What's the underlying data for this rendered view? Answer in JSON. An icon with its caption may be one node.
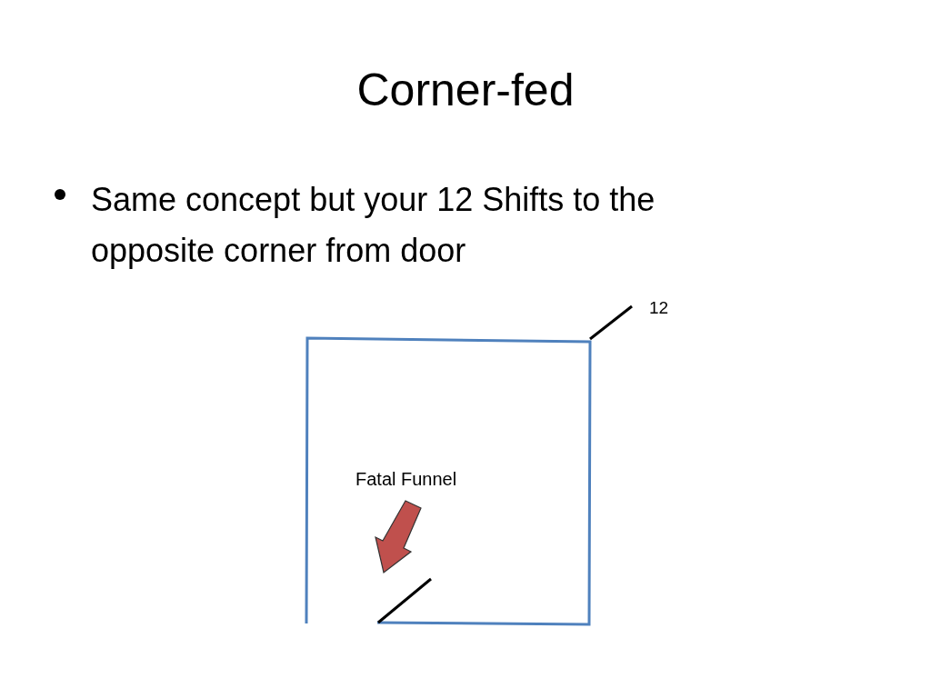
{
  "diagram": {
    "title": "Corner-fed",
    "labels": [
      "Same concept but your 12 Shifts to the opposite corner from door",
      "12",
      "Fatal Funnel"
    ]
  }
}
